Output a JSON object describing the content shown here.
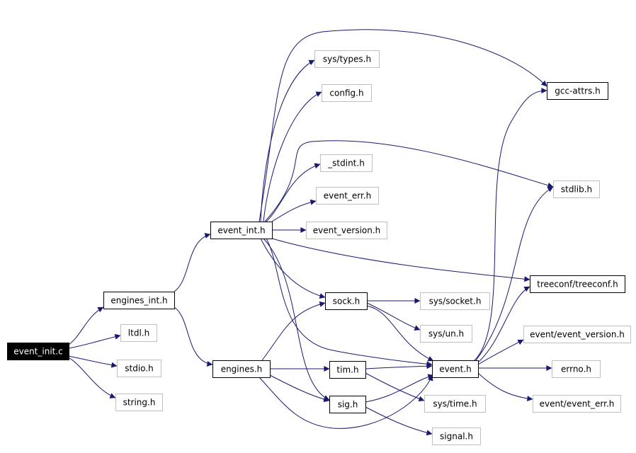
{
  "diagram": {
    "nodes": [
      {
        "id": "event_init_c",
        "label": "event_init.c",
        "style": "root"
      },
      {
        "id": "engines_int_h",
        "label": "engines_int.h",
        "style": "documented"
      },
      {
        "id": "ltdl_h",
        "label": "ltdl.h",
        "style": "external"
      },
      {
        "id": "stdio_h",
        "label": "stdio.h",
        "style": "external"
      },
      {
        "id": "string_h",
        "label": "string.h",
        "style": "external"
      },
      {
        "id": "event_int_h",
        "label": "event_int.h",
        "style": "documented"
      },
      {
        "id": "engines_h",
        "label": "engines.h",
        "style": "documented"
      },
      {
        "id": "sys_types_h",
        "label": "sys/types.h",
        "style": "external"
      },
      {
        "id": "config_h",
        "label": "config.h",
        "style": "external"
      },
      {
        "id": "stdint_h",
        "label": "_stdint.h",
        "style": "external"
      },
      {
        "id": "event_err_h",
        "label": "event_err.h",
        "style": "external"
      },
      {
        "id": "event_version_h",
        "label": "event_version.h",
        "style": "external"
      },
      {
        "id": "gcc_attrs_h",
        "label": "gcc-attrs.h",
        "style": "documented"
      },
      {
        "id": "stdlib_h",
        "label": "stdlib.h",
        "style": "external"
      },
      {
        "id": "treeconf_h",
        "label": "treeconf/treeconf.h",
        "style": "documented"
      },
      {
        "id": "sock_h",
        "label": "sock.h",
        "style": "documented"
      },
      {
        "id": "sys_socket_h",
        "label": "sys/socket.h",
        "style": "external"
      },
      {
        "id": "sys_un_h",
        "label": "sys/un.h",
        "style": "external"
      },
      {
        "id": "tim_h",
        "label": "tim.h",
        "style": "documented"
      },
      {
        "id": "sig_h",
        "label": "sig.h",
        "style": "documented"
      },
      {
        "id": "event_h",
        "label": "event.h",
        "style": "documented"
      },
      {
        "id": "sys_time_h",
        "label": "sys/time.h",
        "style": "external"
      },
      {
        "id": "signal_h",
        "label": "signal.h",
        "style": "external"
      },
      {
        "id": "event_event_version_h",
        "label": "event/event_version.h",
        "style": "external"
      },
      {
        "id": "errno_h",
        "label": "errno.h",
        "style": "external"
      },
      {
        "id": "event_event_err_h",
        "label": "event/event_err.h",
        "style": "external"
      }
    ],
    "edges": [
      [
        "event_init_c",
        "engines_int_h"
      ],
      [
        "event_init_c",
        "ltdl_h"
      ],
      [
        "event_init_c",
        "stdio_h"
      ],
      [
        "event_init_c",
        "string_h"
      ],
      [
        "engines_int_h",
        "event_int_h"
      ],
      [
        "engines_int_h",
        "engines_h"
      ],
      [
        "event_int_h",
        "sys_types_h"
      ],
      [
        "event_int_h",
        "config_h"
      ],
      [
        "event_int_h",
        "stdint_h"
      ],
      [
        "event_int_h",
        "event_err_h"
      ],
      [
        "event_int_h",
        "event_version_h"
      ],
      [
        "event_int_h",
        "gcc_attrs_h"
      ],
      [
        "event_int_h",
        "stdlib_h"
      ],
      [
        "event_int_h",
        "treeconf_h"
      ],
      [
        "event_int_h",
        "sock_h"
      ],
      [
        "event_int_h",
        "event_h"
      ],
      [
        "event_int_h",
        "sig_h"
      ],
      [
        "engines_h",
        "sock_h"
      ],
      [
        "engines_h",
        "tim_h"
      ],
      [
        "engines_h",
        "sig_h"
      ],
      [
        "engines_h",
        "event_h"
      ],
      [
        "sock_h",
        "sys_socket_h"
      ],
      [
        "sock_h",
        "sys_un_h"
      ],
      [
        "sock_h",
        "event_h"
      ],
      [
        "tim_h",
        "event_h"
      ],
      [
        "tim_h",
        "sys_time_h"
      ],
      [
        "sig_h",
        "event_h"
      ],
      [
        "sig_h",
        "signal_h"
      ],
      [
        "event_h",
        "gcc_attrs_h"
      ],
      [
        "event_h",
        "stdlib_h"
      ],
      [
        "event_h",
        "treeconf_h"
      ],
      [
        "event_h",
        "event_event_version_h"
      ],
      [
        "event_h",
        "errno_h"
      ],
      [
        "event_h",
        "event_event_err_h"
      ]
    ],
    "colors": {
      "edge": "#191970",
      "external_border": "#bfbfbf",
      "documented_border": "#000000",
      "root_fill": "#000000",
      "root_text": "#ffffff",
      "text": "#000000"
    }
  }
}
